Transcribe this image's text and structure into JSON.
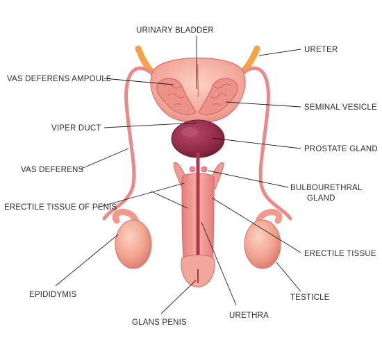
{
  "diagram": {
    "labels": {
      "urinary_bladder": "URINARY BLADDER",
      "ureter": "URETER",
      "vas_deferens_ampoule": "VAS DEFERENS AMPOULE",
      "seminal_vesicle": "SEMINAL VESICLE",
      "viper_duct": "VIPER DUCT",
      "prostate_gland": "PROSTATE GLAND",
      "vas_deferens": "VAS DEFERENS",
      "bulbourethral_line1": "BULBOURETHRAL",
      "bulbourethral_line2": "GLAND",
      "erectile_tissue_of_penis": "ERECTILE TISSUE OF PENIS",
      "erectile_tissue": "ERECTILE TISSUE",
      "epididymis": "EPIDIDYMIS",
      "testicle": "TESTICLE",
      "urethra": "URETHRA",
      "glans_penis": "GLANS PENIS"
    },
    "colors": {
      "tissue_light": "#f7b9ad",
      "tissue_mid": "#ec8c84",
      "tissue_dark": "#d96970",
      "prostate": "#8e2a45",
      "ureter": "#f4a24a",
      "urethra": "#b3344d",
      "line": "#1e1e1e",
      "text": "#2b2b2b"
    }
  }
}
